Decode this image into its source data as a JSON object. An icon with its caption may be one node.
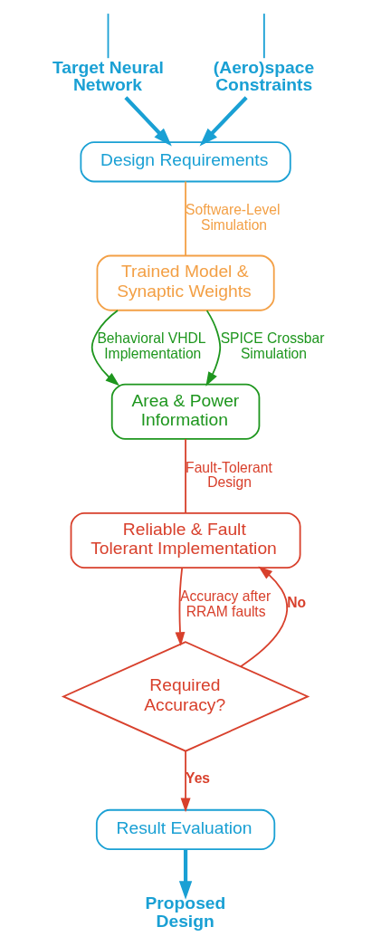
{
  "diagram": {
    "nodes": [
      {
        "text": [
          "(Aero)space Constraints"
        ]
      },
      {
        "text": [
          "Target Neural Network"
        ]
      },
      {
        "text": [
          "Design Requirements"
        ]
      },
      {
        "text": [
          "Trained Model & Synaptic Weights"
        ]
      },
      {
        "text": [
          "Area & Power Information"
        ]
      },
      {
        "text": [
          "Reliable & Fault Tolerant Implementation"
        ]
      },
      {
        "text": [
          "Required Accuracy?"
        ]
      },
      {
        "text": [
          "Result Evaluation"
        ]
      },
      {
        "text": [
          "Proposed Design"
        ]
      }
    ],
    "edges": [
      {
        "from": null,
        "to": 0,
        "arrow": "none",
        "color": "#1aa0d4"
      },
      {
        "from": null,
        "to": 1,
        "arrow": "none",
        "color": "#1aa0d4"
      },
      {
        "from": 0,
        "to": 2,
        "arrow": "to",
        "color": "#1aa0d4",
        "style": "thick"
      },
      {
        "from": 1,
        "to": 2,
        "arrow": "to",
        "color": "#1aa0d4",
        "style": "thick"
      },
      {
        "from": 2,
        "to": 3,
        "arrow": "none",
        "label": "Software-Level Simulation",
        "color": "#f3a046"
      },
      {
        "from": 3,
        "to": 4,
        "arrow": "to",
        "label": "Behavioral VHDL Implementation",
        "color": "#1e961e"
      },
      {
        "from": 3,
        "to": 4,
        "arrow": "to",
        "label": "SPICE Crossbar Simulation",
        "color": "#1e961e"
      },
      {
        "from": 4,
        "to": 5,
        "arrow": "none",
        "label": "Fault-Tolerant Design",
        "color": "#d8402c"
      },
      {
        "from": 5,
        "to": 6,
        "arrow": "to",
        "label": "Accuracy after RRAM faults",
        "color": "#d8402c"
      },
      {
        "from": 6,
        "to": 5,
        "arrow": "to",
        "label": "No",
        "color": "#d8402c"
      },
      {
        "from": 6,
        "to": 7,
        "arrow": "to",
        "label": "Yes",
        "color": "#d8402c"
      },
      {
        "from": 7,
        "to": 8,
        "arrow": "to",
        "color": "#1aa0d4",
        "style": "thick"
      }
    ]
  }
}
